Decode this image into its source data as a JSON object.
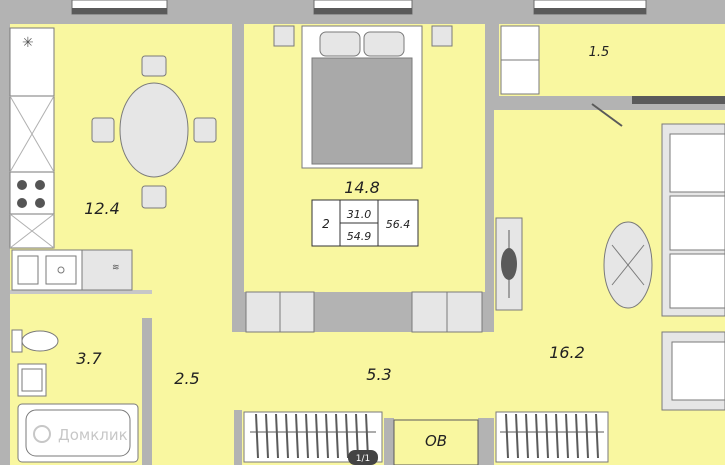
{
  "colors": {
    "room_fill": "#f9f7a0",
    "wall": "#9c9c9c",
    "wall_dark": "#5a5a5a",
    "furniture": "#e6e6e6",
    "furniture_line": "#7a7a7a",
    "bed_blanket": "#a9a9a9",
    "window_frame": "#6c6c6c",
    "background": "#ffffff"
  },
  "rooms": {
    "kitchen": "12.4",
    "bedroom": "14.8",
    "loggia": "1.5",
    "living_room": "16.2",
    "bathroom": "3.7",
    "hallway": "2.5",
    "corridor": "5.3"
  },
  "summary": {
    "rooms_count": "2",
    "living_area": "31.0",
    "kitchen_and_total": "54.9",
    "total_area": "56.4"
  },
  "ventilation_label": "OB",
  "watermark": "Домклик",
  "page_indicator": "1/1"
}
